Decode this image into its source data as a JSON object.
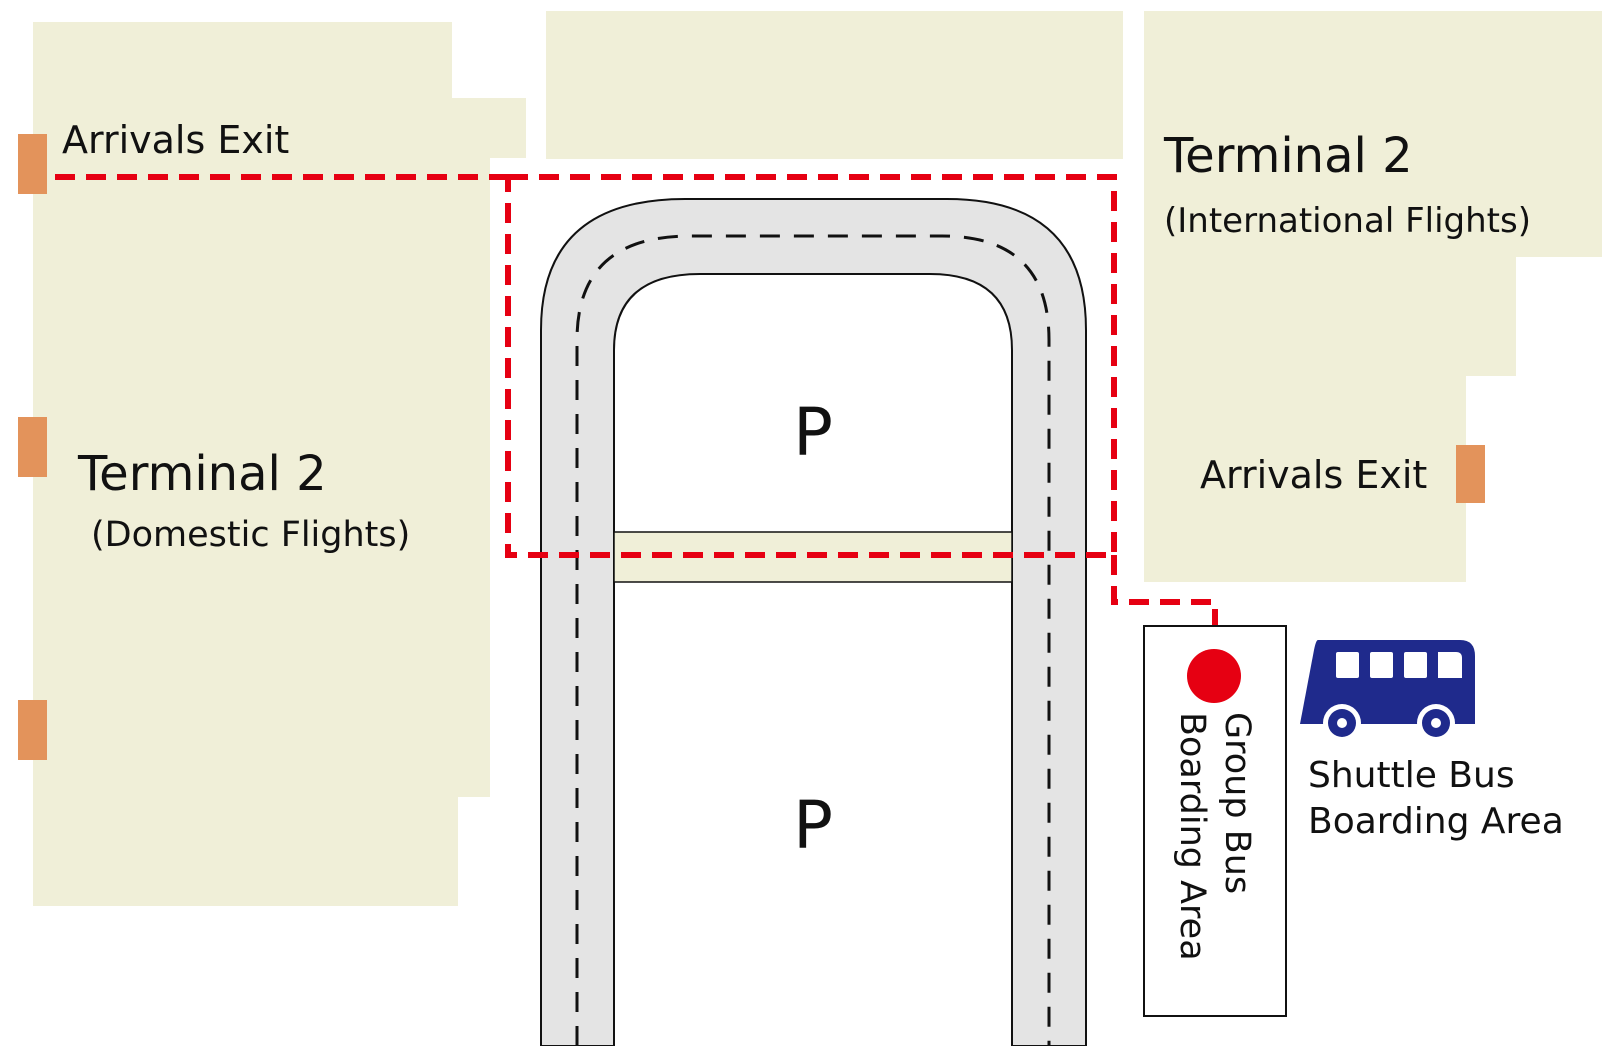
{
  "map": {
    "colors": {
      "building": "#f0efd8",
      "door": "#e3935b",
      "road": "#e4e4e4",
      "route": "#e60012",
      "bus": "#1f2a8c"
    },
    "labels": {
      "arrivals_exit_left": "Arrivals Exit",
      "terminal_domestic_title": "Terminal 2",
      "terminal_domestic_subtitle": "(Domestic Flights)",
      "terminal_international_title": "Terminal 2",
      "terminal_international_subtitle": "(International Flights)",
      "arrivals_exit_right": "Arrivals Exit",
      "parking_upper": "P",
      "parking_lower": "P",
      "group_bus_line1": "Group Bus",
      "group_bus_line2": "Boarding Area",
      "shuttle_bus_line1": "Shuttle Bus",
      "shuttle_bus_line2": "Boarding Area"
    },
    "icons": {
      "door": "door-marker-icon",
      "bus": "bus-icon",
      "boarding_point": "boarding-point-icon"
    }
  }
}
